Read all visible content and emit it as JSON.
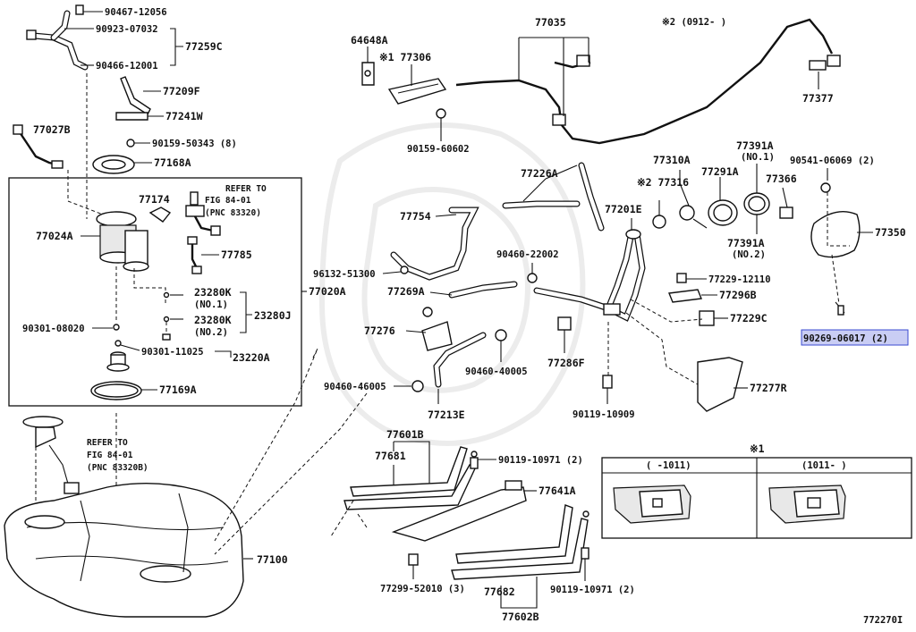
{
  "diagram_id": "772270I",
  "highlighted_part": "90269-06017 (2)",
  "parts": {
    "p90467": "90467-12056",
    "p90923": "90923-07032",
    "p77259c": "77259C",
    "p90466": "90466-12001",
    "p77209f": "77209F",
    "p77241w": "77241W",
    "p77027b": "77027B",
    "p90159_50343": "90159-50343 (8)",
    "p77168a": "77168A",
    "p77174": "77174",
    "p77024a": "77024A",
    "p77785": "77785",
    "p23280k1": "23280K",
    "p23280k1n": "(NO.1)",
    "p23280k2": "23280K",
    "p23280k2n": "(NO.2)",
    "p23280j": "23280J",
    "p77020a": "77020A",
    "p90301_08020": "90301-08020",
    "p90301_11025": "90301-11025",
    "p23220a": "23220A",
    "p77169a": "77169A",
    "p77100": "77100",
    "p64648a": "64648A",
    "p77306": "※1 77306",
    "p90159_60602": "90159-60602",
    "p77035": "77035",
    "p77377": "77377",
    "note_x2": "※2 (0912-     )",
    "p77226a": "77226A",
    "p77754": "77754",
    "p96132": "96132-51300",
    "p77269a": "77269A",
    "p77276": "77276",
    "p90460_46005": "90460-46005",
    "p77213e": "77213E",
    "p90460_22002": "90460-22002",
    "p90460_40005": "90460-40005",
    "p77286f": "77286F",
    "p90119_10909": "90119-10909",
    "p77201e": "77201E",
    "p77310a": "77310A",
    "p77316": "※2 77316",
    "p77291a": "77291A",
    "p77391a1": "77391A",
    "p77391a1n": "(NO.1)",
    "p77391a2": "77391A",
    "p77391a2n": "(NO.2)",
    "p90541": "90541-06069 (2)",
    "p77366": "77366",
    "p77350": "77350",
    "p77229_12110": "77229-12110",
    "p77296b": "77296B",
    "p77229c": "77229C",
    "p77277r": "77277R",
    "p77601b": "77601B",
    "p77681": "77681",
    "p90119_10971a": "90119-10971 (2)",
    "p77641a": "77641A",
    "p77299": "77299-52010 (3)",
    "p77682": "77682",
    "p90119_10971b": "90119-10971 (2)",
    "p77602b": "77602B"
  },
  "references": [
    {
      "line1": "REFER TO",
      "line2": "FIG 84-01",
      "line3": "(PNC 83320)"
    },
    {
      "line1": "REFER TO",
      "line2": "FIG 84-01",
      "line3": "(PNC 83320B)"
    }
  ],
  "inset": {
    "title": "※1",
    "left_header": "(    -1011)",
    "right_header": "(1011-      )"
  }
}
